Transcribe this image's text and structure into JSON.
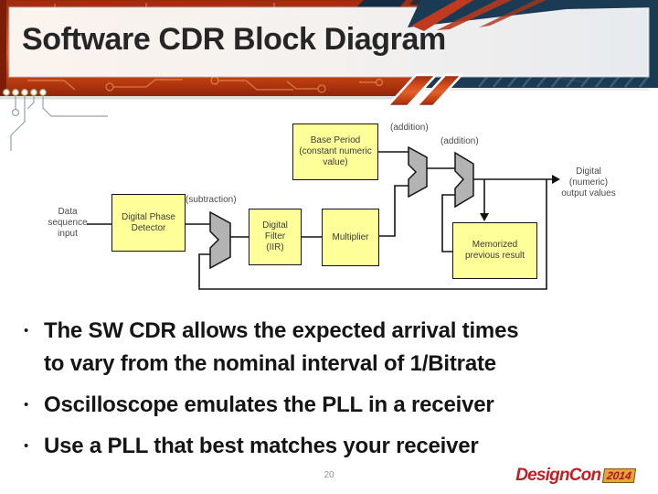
{
  "slide": {
    "title": "Software CDR Block Diagram"
  },
  "diagram": {
    "input_label": "Data\nsequence\ninput",
    "blocks": {
      "digital_phase_detector": "Digital Phase\nDetector",
      "base_period": "Base Period\n(constant numeric\nvalue)",
      "digital_filter": "Digital\nFilter\n(IIR)",
      "multiplier": "Multiplier",
      "memorized_previous_result": "Memorized\nprevious result"
    },
    "operations": {
      "subtraction": "(subtraction)",
      "addition_1": "(addition)",
      "addition_2": "(addition)"
    },
    "output_label": "Digital\n(numeric)\noutput values",
    "colors": {
      "block_fill": "#ffff99",
      "mux_fill": "#b3b3b3",
      "line": "#141414"
    }
  },
  "bullets": [
    "The SW CDR allows the expected arrival times\nto vary from the nominal interval of 1/Bitrate",
    "Oscilloscope emulates the PLL in a receiver",
    "Use a PLL that best matches your receiver"
  ],
  "footer": {
    "page_number": "20",
    "logo": {
      "brand": "DesignCon",
      "year": "2014"
    }
  },
  "theme_colors": {
    "header_orange": "#d54d1b",
    "header_navy": "#1b3a54",
    "logo_red": "#c41e25",
    "logo_gold": "#e8a33c"
  }
}
